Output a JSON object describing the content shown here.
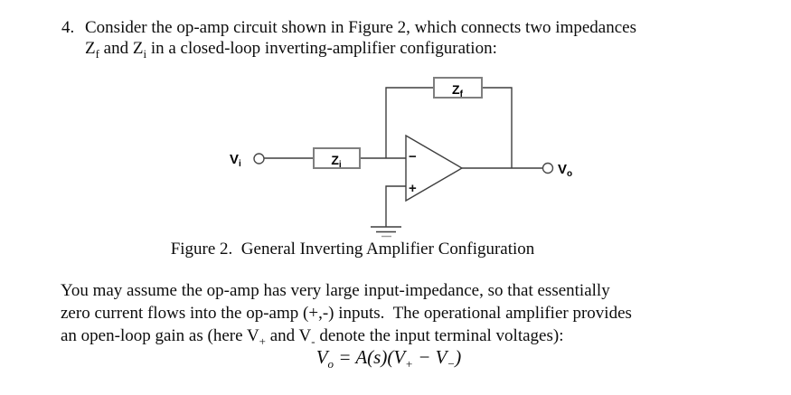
{
  "page": {
    "background": "#ffffff",
    "text_color": "#0d0d0d"
  },
  "problem": {
    "number": "4.",
    "line1": "Consider the op-amp circuit shown in Figure 2, which connects two impedances",
    "line2": {
      "z1": "Z",
      "z1_sub": "f",
      "mid": " and ",
      "z2": "Z",
      "z2_sub": "i",
      "rest": " in a closed-loop inverting-amplifier configuration:"
    }
  },
  "figure": {
    "caption": "Figure 2.  General Inverting Amplifier Configuration",
    "labels": {
      "zf": {
        "main": "Z",
        "sub": "f"
      },
      "zi": {
        "main": "Z",
        "sub": "i"
      },
      "vi": {
        "main": "V",
        "sub": "i"
      },
      "vo": {
        "main": "V",
        "sub": "o"
      },
      "inverting_sign": "−",
      "noninverting_sign": "+"
    },
    "colors": {
      "wire": "#3f3f3f",
      "impedance_box_border": "#7f7f7f",
      "label_text": "#000000"
    }
  },
  "assumption": {
    "line1": "You may assume the op-amp has very large input-impedance, so that essentially",
    "line2": "zero current flows into the op-amp (+,-) inputs.  The operational amplifier provides",
    "line3": {
      "pre": "an open-loop gain as (here V",
      "sub_plus": "+",
      "mid": " and V",
      "sub_minus": "-",
      "post": " denote the input terminal voltages):"
    }
  },
  "equation": {
    "v_out": "V",
    "v_out_sub": "o",
    "equals": " = ",
    "gain": "A(s)(V",
    "plus_sub": "+",
    "minus_term": " − V",
    "minus_sub": "−",
    "close_paren": ")"
  }
}
